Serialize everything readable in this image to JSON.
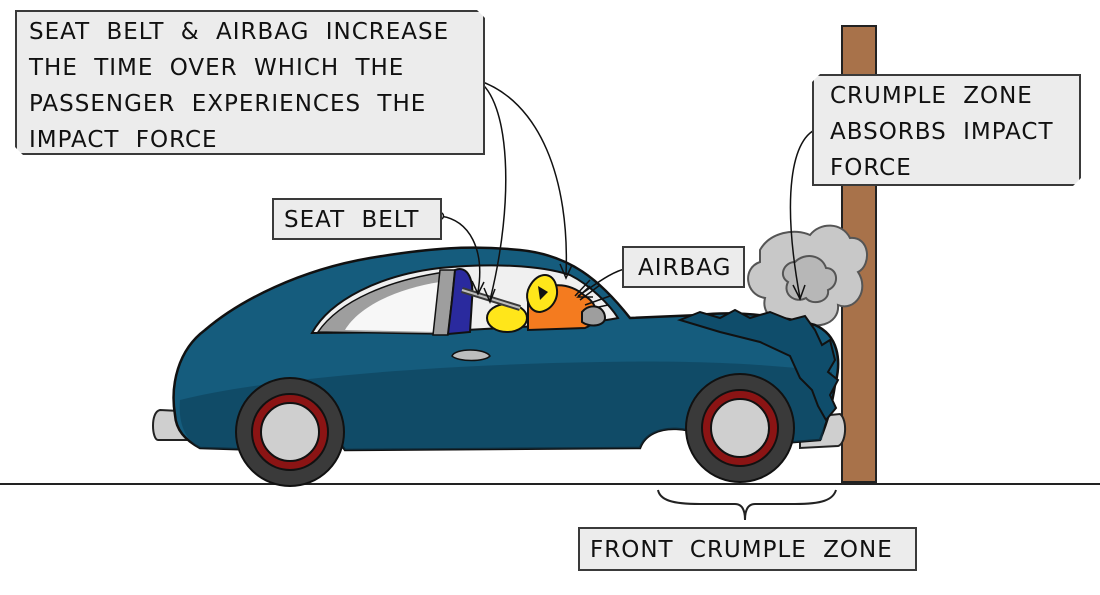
{
  "labels": {
    "main": {
      "lines": [
        "SEAT BELT & AIRBAG INCREASE",
        "THE TIME OVER WHICH THE",
        "PASSENGER EXPERIENCES THE",
        "IMPACT FORCE"
      ]
    },
    "crumple": {
      "lines": [
        "CRUMPLE ZONE",
        "ABSORBS IMPACT",
        "FORCE"
      ]
    },
    "seat_belt": "SEAT BELT",
    "airbag": "AIRBAG",
    "front_crumple_zone": "FRONT CRUMPLE ZONE"
  },
  "colors": {
    "car_body": "#155c7d",
    "car_body_dark": "#0d3f58",
    "tyre": "#3a3a3a",
    "rim": "#8b1414",
    "hub": "#cfcfcf",
    "post": "#a8724a",
    "smoke": "#c8c8c8",
    "airbag": "#f47b1f",
    "passenger": "#ffe61a",
    "seat": "#2a2a9e",
    "label_bg": "#ececec"
  }
}
